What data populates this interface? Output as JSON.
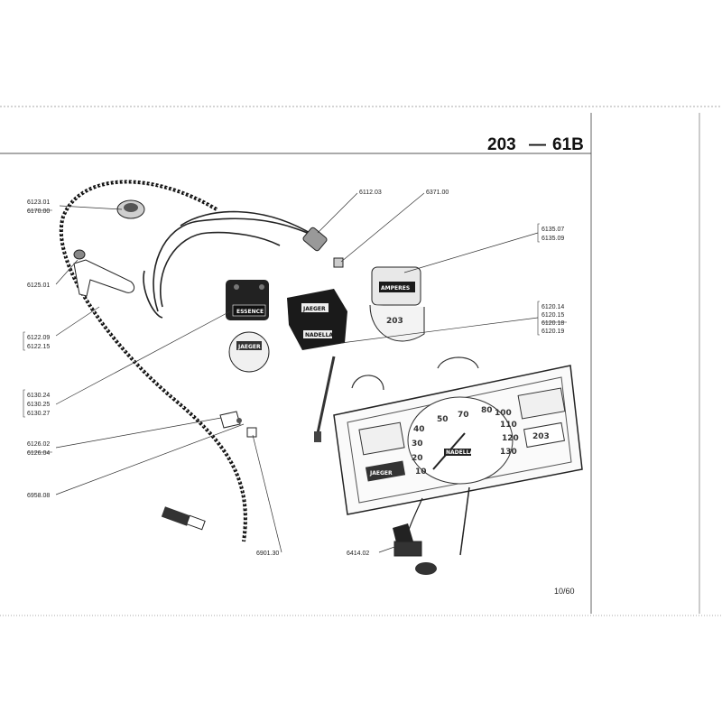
{
  "header": {
    "model": "203",
    "dash": "—",
    "plate": "61B"
  },
  "page_number": "10/60",
  "parts": {
    "p6112_03": "6112.03",
    "p6371_00": "6371.00",
    "p6123_01": "6123.01",
    "p6170_00": "6170.00",
    "p6125_01": "6125.01",
    "p6122_09": "6122.09",
    "p6122_15": "6122.15",
    "p6130_24": "6130.24",
    "p6130_25": "6130.25",
    "p6130_27": "6130.27",
    "p6126_02": "6126.02",
    "p6126_04": "6126.04",
    "p6958_08": "6958.08",
    "p6901_30": "6901.30",
    "p6414_02": "6414.02",
    "p6135_07": "6135.07",
    "p6135_09": "6135.09",
    "p6120_14": "6120.14",
    "p6120_15": "6120.15",
    "p6120_18": "6120.18",
    "p6120_19": "6120.19"
  },
  "instrument_text": {
    "essence": "ESSENCE",
    "amperes": "AMPERES",
    "nadella": "NADELLA",
    "jaeger": "JAEGER",
    "cluster_203": "203",
    "gauge_203": "203",
    "speeds": [
      "10",
      "20",
      "30",
      "40",
      "50",
      "70",
      "80",
      "100",
      "110",
      "120",
      "130"
    ]
  },
  "colors": {
    "ink": "#222222",
    "paper": "#ffffff",
    "plate": "#1a1a1a"
  }
}
